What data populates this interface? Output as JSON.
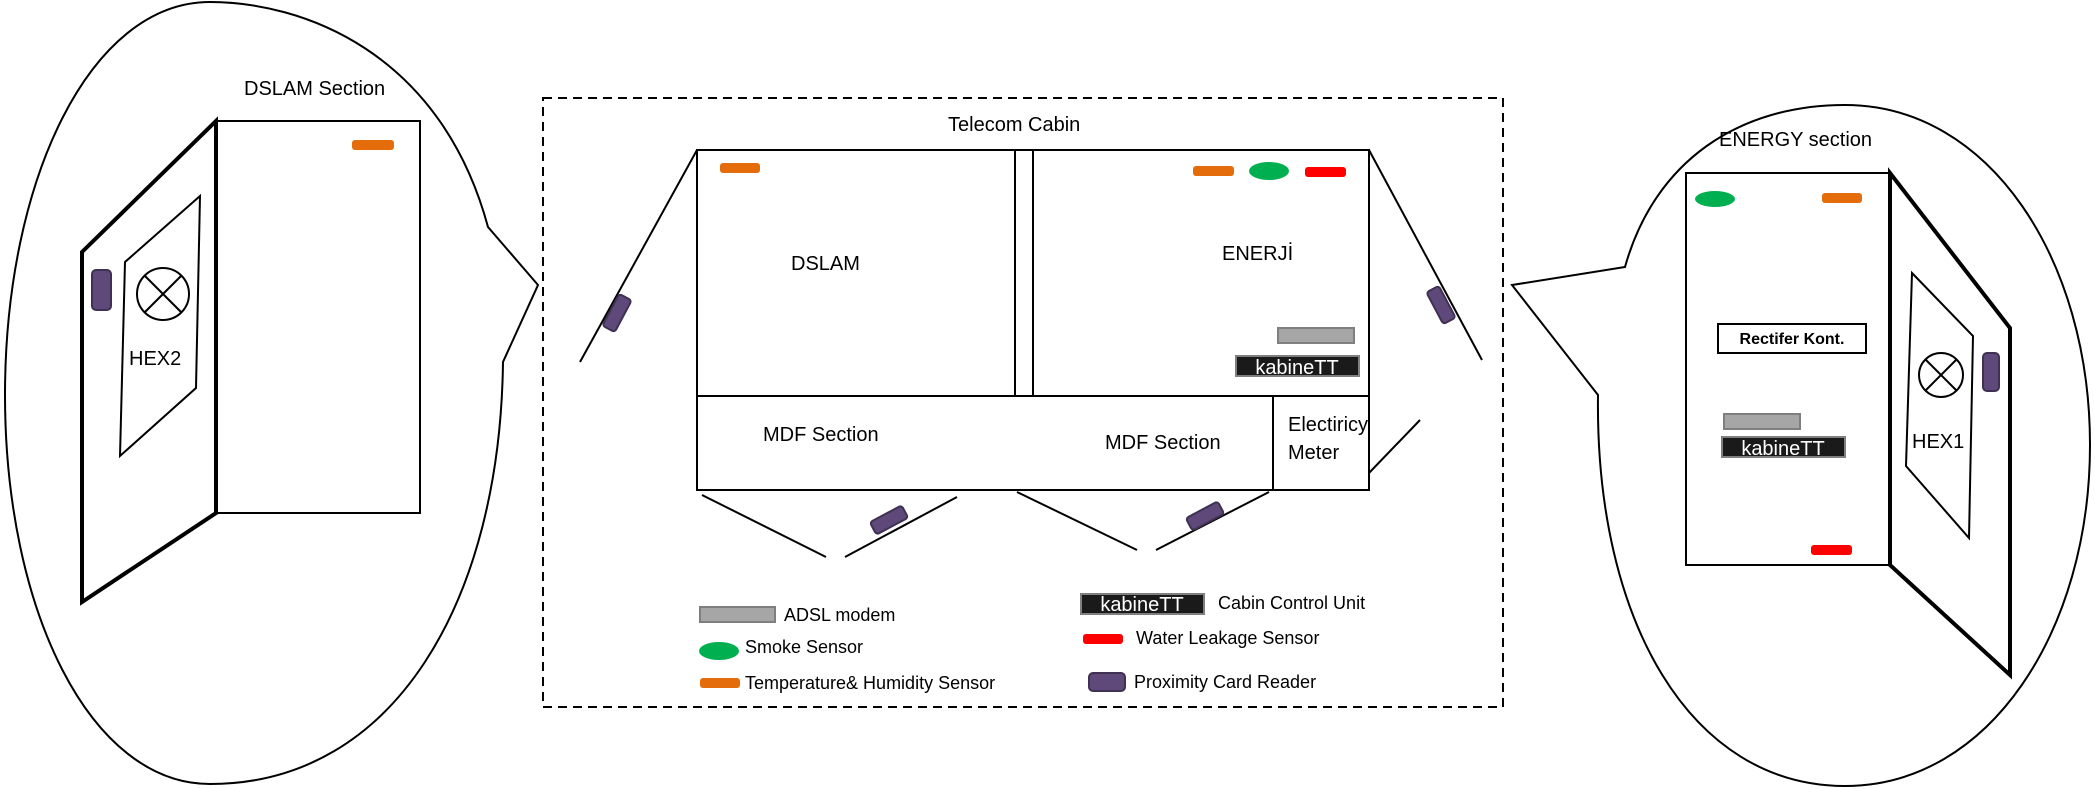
{
  "colors": {
    "adsl_modem": "#a6a6a6",
    "smoke_sensor": "#00b050",
    "temperature_sensor": "#e46c0a",
    "water_leakage_sensor": "#ff0000",
    "proximity_reader": "#5f497a",
    "control_unit": "#1a1a1a"
  },
  "dslam_section": {
    "title": "DSLAM Section",
    "fan_label": "HEX2"
  },
  "cabin": {
    "title": "Telecom Cabin",
    "dslam_label": "DSLAM",
    "energy_label": "ENERJİ",
    "mdf_left_label": "MDF Section",
    "mdf_right_label": "MDF Section",
    "meter_label_line1": "Electiricy",
    "meter_label_line2": "Meter",
    "control_unit_text": "kabineTT"
  },
  "energy_section": {
    "title": "ENERGY section",
    "rectifier_label": "Rectifer Kont.",
    "control_unit_text": "kabineTT",
    "fan_label": "HEX1"
  },
  "legend": {
    "adsl_modem": "ADSL modem",
    "smoke_sensor": "Smoke Sensor",
    "temperature_humidity_sensor": "Temperature& Humidity Sensor",
    "control_unit_icon_text": "kabineTT",
    "cabin_control_unit": "Cabin Control Unit",
    "water_leakage_sensor": "Water Leakage Sensor",
    "proximity_card_reader": "Proximity Card Reader"
  }
}
